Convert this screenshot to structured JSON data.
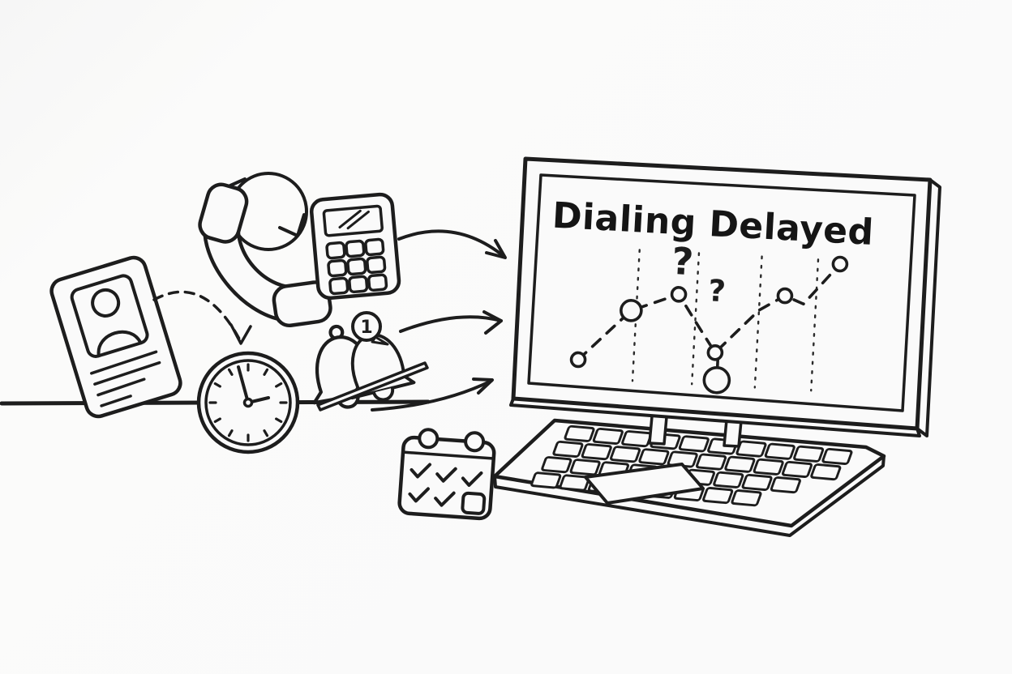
{
  "scene": {
    "background": "#fafafa",
    "ink": "#1d1d1d"
  },
  "computer_screen": {
    "title": "Dialing Delayed"
  },
  "bell_badge": {
    "value": "1"
  },
  "icons": [
    {
      "name": "contact-card-icon"
    },
    {
      "name": "redial-phone-icon"
    },
    {
      "name": "refresh-arrows-icon"
    },
    {
      "name": "calculator-icon"
    },
    {
      "name": "clock-icon"
    },
    {
      "name": "notification-bells-icon"
    },
    {
      "name": "calendar-checklist-icon"
    },
    {
      "name": "laptop-computer-icon"
    }
  ],
  "chart_data": {
    "type": "line",
    "title": "Dialing Delayed",
    "line_style": "dashed",
    "marker_style": "open-circle",
    "grid": "vertical-dashed",
    "x_range": [
      0,
      5
    ],
    "y_range": [
      0,
      100
    ],
    "gridlines_x": [
      1.08,
      2.24,
      3.47,
      4.57
    ],
    "points": [
      {
        "x": 0.0,
        "y": 17,
        "marker": "small"
      },
      {
        "x": 0.98,
        "y": 53,
        "marker": "medium"
      },
      {
        "x": 1.89,
        "y": 66,
        "marker": "small"
      },
      {
        "x": 2.28,
        "y": 46,
        "marker": "none"
      },
      {
        "x": 2.66,
        "y": 27,
        "marker": "small"
      },
      {
        "x": 3.47,
        "y": 58,
        "marker": "none"
      },
      {
        "x": 3.96,
        "y": 69,
        "marker": "small"
      },
      {
        "x": 4.33,
        "y": 64,
        "marker": "none"
      },
      {
        "x": 5.0,
        "y": 93,
        "marker": "small"
      }
    ],
    "outlier": {
      "x": 2.72,
      "y": 8,
      "marker": "large",
      "connects_to_y": 27
    },
    "annotations": [
      {
        "text": "?",
        "x": 1.93,
        "y": 89,
        "size": "large"
      },
      {
        "text": "?",
        "x": 2.63,
        "y": 70,
        "size": "medium"
      }
    ]
  }
}
